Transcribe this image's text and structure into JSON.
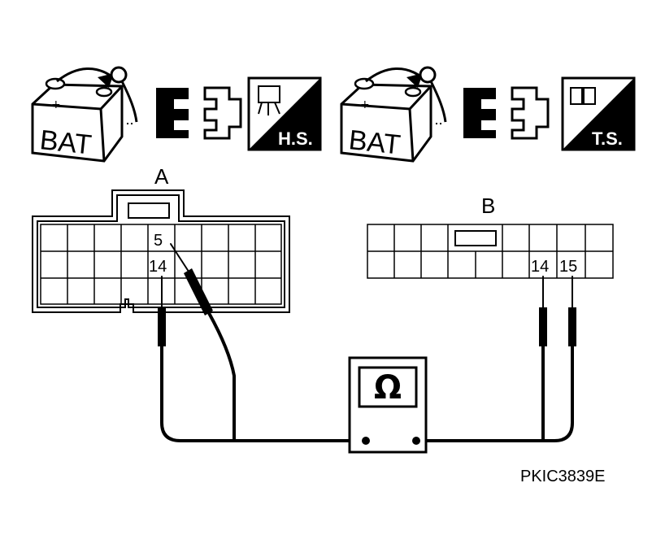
{
  "icons": {
    "left_group": {
      "battery_label": "BAT",
      "status_badge": "H.S.",
      "icons": [
        "battery-icon",
        "connector-icon",
        "harness-side-icon"
      ]
    },
    "right_group": {
      "battery_label": "BAT",
      "status_badge": "T.S.",
      "icons": [
        "battery-icon",
        "connector-icon",
        "terminal-side-icon"
      ]
    }
  },
  "connectors": {
    "a": {
      "label": "A",
      "pins": [
        "5",
        "14"
      ]
    },
    "b": {
      "label": "B",
      "pins": [
        "14",
        "15"
      ]
    }
  },
  "meter": {
    "symbol": "Ω",
    "icon": "ohmmeter-icon"
  },
  "reference_code": "PKIC3839E",
  "colors": {
    "line": "#000000",
    "background": "#ffffff"
  }
}
